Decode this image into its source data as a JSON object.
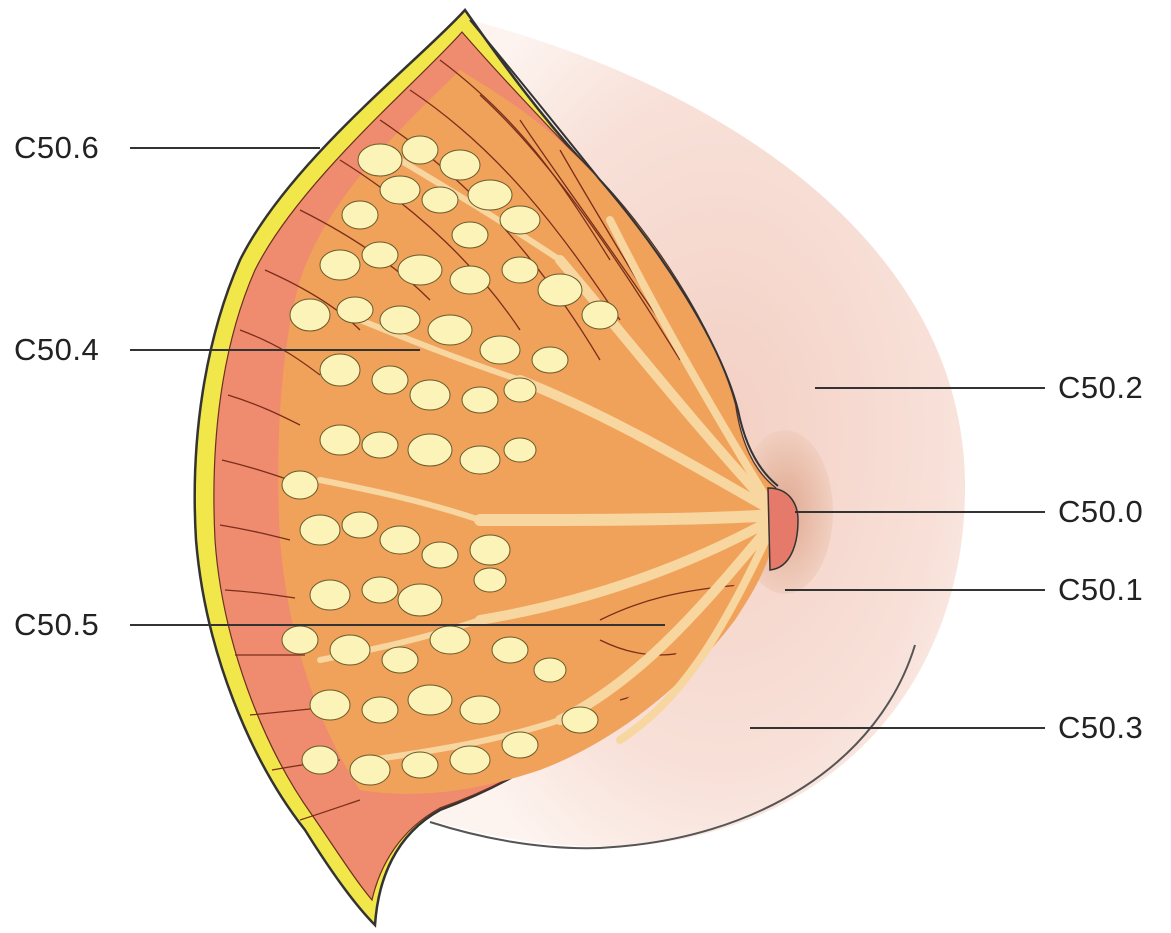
{
  "labels": {
    "c50_6": "C50.6",
    "c50_4": "C50.4",
    "c50_5": "C50.5",
    "c50_2": "C50.2",
    "c50_0": "C50.0",
    "c50_1": "C50.1",
    "c50_3": "C50.3"
  },
  "colors": {
    "skin": "#f7ddd5",
    "areola": "#e8b9a2",
    "nipple": "#e67a6a",
    "muscle": "#ef8b6e",
    "fat_layer": "#f2e74a",
    "tissue": "#f0a25a",
    "ducts": "#f7d6a0",
    "lobules": "#fbf3b8",
    "outline": "#333333"
  }
}
